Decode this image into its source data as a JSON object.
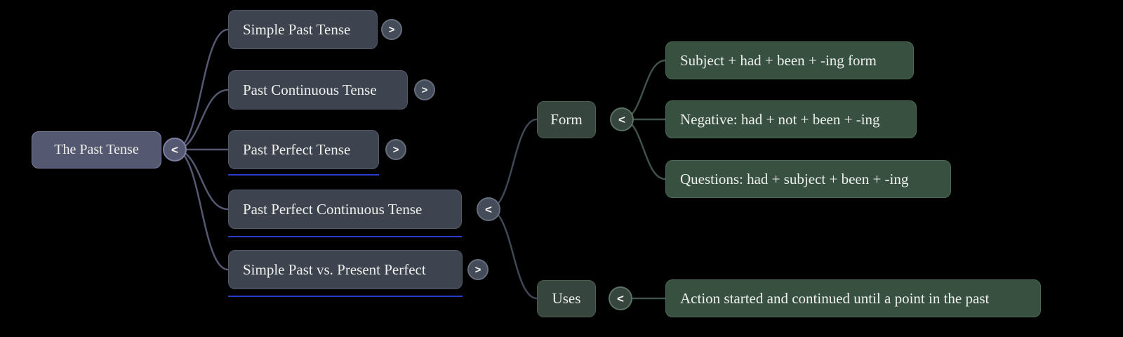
{
  "diagram": {
    "root": {
      "label": "The Past Tense",
      "toggle": "<"
    },
    "branches": [
      {
        "label": "Simple Past Tense",
        "toggle": ">"
      },
      {
        "label": "Past Continuous Tense",
        "toggle": ">"
      },
      {
        "label": "Past Perfect Tense",
        "toggle": ">"
      },
      {
        "label": "Past Perfect Continuous Tense",
        "toggle": "<"
      },
      {
        "label": "Simple Past vs. Present Perfect",
        "toggle": ">"
      }
    ],
    "form": {
      "label": "Form",
      "toggle": "<",
      "children": [
        {
          "label": "Subject + had + been + -ing form"
        },
        {
          "label": "Negative: had + not + been + -ing"
        },
        {
          "label": "Questions: had + subject + been + -ing"
        }
      ]
    },
    "uses": {
      "label": "Uses",
      "toggle": "<",
      "children": [
        {
          "label": "Action started and continued until a point in the past"
        }
      ]
    }
  },
  "colors": {
    "background": "#000000",
    "root_fill": "#555871",
    "branch_fill": "#3d434f",
    "topic_fill": "#36453d",
    "detail_fill": "#37503f",
    "edge_root": "#555871",
    "edge_branch": "#3f4854",
    "edge_topic": "#40524a",
    "underline": "#2c3ac9",
    "text": "#eef0ec"
  }
}
